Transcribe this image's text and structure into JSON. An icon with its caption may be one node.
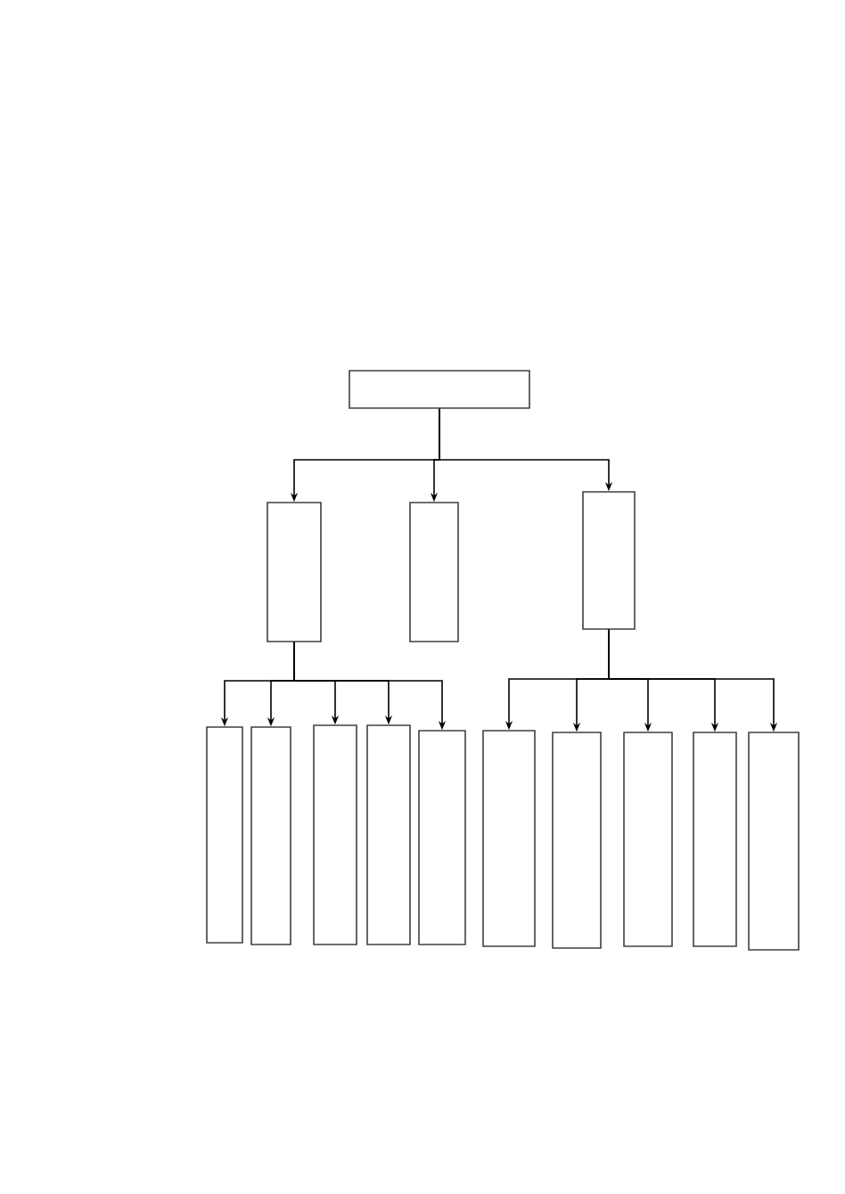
{
  "diagram": {
    "nodes": [
      {
        "text": [],
        "shape": "box"
      },
      {
        "text": [],
        "shape": "box"
      },
      {
        "text": [],
        "shape": "box"
      },
      {
        "text": [],
        "shape": "box"
      },
      {
        "text": [],
        "shape": "box"
      },
      {
        "text": [],
        "shape": "box"
      },
      {
        "text": [],
        "shape": "box"
      },
      {
        "text": [],
        "shape": "box"
      },
      {
        "text": [],
        "shape": "box"
      },
      {
        "text": [],
        "shape": "box"
      },
      {
        "text": [],
        "shape": "box"
      },
      {
        "text": [],
        "shape": "box"
      },
      {
        "text": [],
        "shape": "box"
      },
      {
        "text": [],
        "shape": "box"
      }
    ],
    "edges": [
      {
        "from": 0,
        "to": 1,
        "arrow": "to"
      },
      {
        "from": 0,
        "to": 2,
        "arrow": "to"
      },
      {
        "from": 0,
        "to": 3,
        "arrow": "to"
      },
      {
        "from": 1,
        "to": 4,
        "arrow": "to"
      },
      {
        "from": 1,
        "to": 5,
        "arrow": "to"
      },
      {
        "from": 1,
        "to": 6,
        "arrow": "to"
      },
      {
        "from": 1,
        "to": 7,
        "arrow": "to"
      },
      {
        "from": 1,
        "to": 8,
        "arrow": "to"
      },
      {
        "from": 3,
        "to": 9,
        "arrow": "to"
      },
      {
        "from": 3,
        "to": 10,
        "arrow": "to"
      },
      {
        "from": 3,
        "to": 11,
        "arrow": "to"
      },
      {
        "from": 3,
        "to": 12,
        "arrow": "to"
      },
      {
        "from": 3,
        "to": 13,
        "arrow": "to"
      }
    ]
  }
}
